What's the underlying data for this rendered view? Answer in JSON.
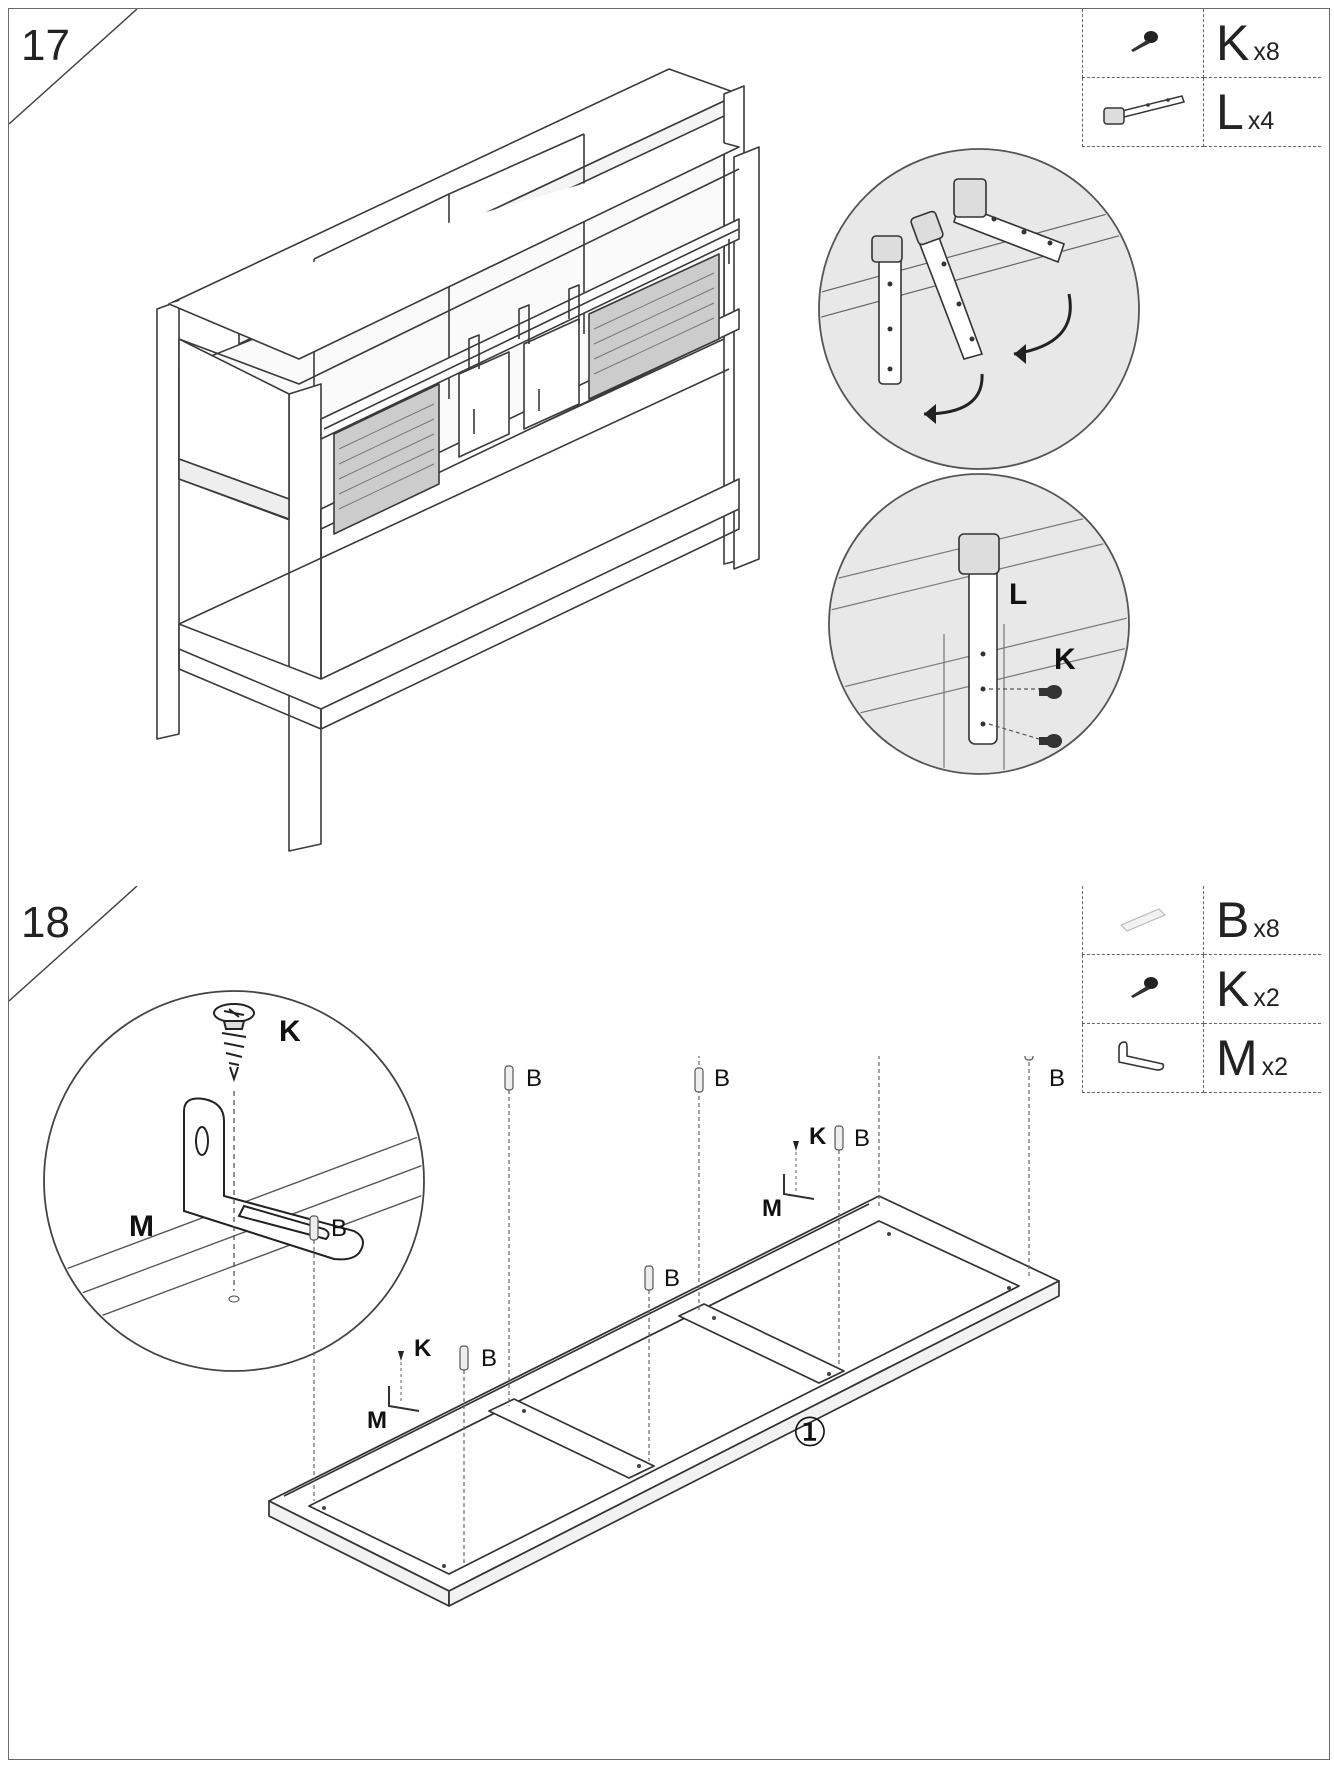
{
  "steps": [
    {
      "number": "17",
      "parts": [
        {
          "letter": "K",
          "qty": "x8",
          "icon": "screw-icon"
        },
        {
          "letter": "L",
          "qty": "x4",
          "icon": "hanger-bracket-icon"
        }
      ],
      "callouts": {
        "bracket": "L",
        "screw": "K"
      }
    },
    {
      "number": "18",
      "parts": [
        {
          "letter": "B",
          "qty": "x8",
          "icon": "dowel-icon"
        },
        {
          "letter": "K",
          "qty": "x2",
          "icon": "screw-icon"
        },
        {
          "letter": "M",
          "qty": "x2",
          "icon": "l-bracket-icon"
        }
      ],
      "callouts": {
        "screw": "K",
        "bracket": "M",
        "dowel": "B",
        "panel": "①"
      }
    }
  ]
}
